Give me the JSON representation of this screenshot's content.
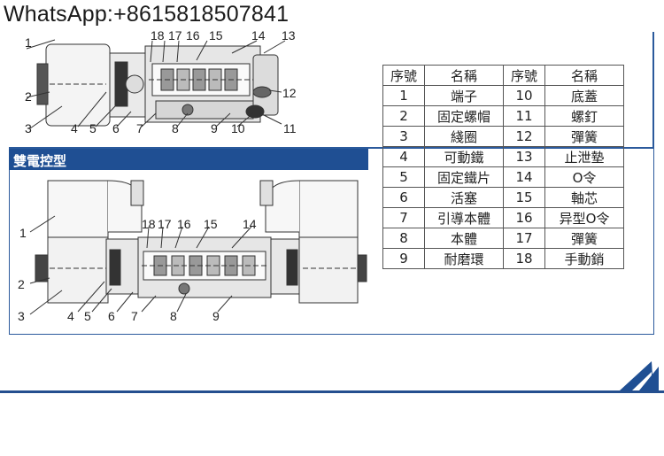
{
  "watermark": "WhatsApp:+8615818507841",
  "section_title": "雙電控型",
  "table": {
    "headers": [
      "序號",
      "名稱",
      "序號",
      "名稱"
    ],
    "rows": [
      [
        "1",
        "端子",
        "10",
        "底蓋"
      ],
      [
        "2",
        "固定螺帽",
        "11",
        "螺釘"
      ],
      [
        "3",
        "綫圈",
        "12",
        "彈簧"
      ],
      [
        "4",
        "可動鐵",
        "13",
        "止泄墊"
      ],
      [
        "5",
        "固定鐵片",
        "14",
        "O令"
      ],
      [
        "6",
        "活塞",
        "15",
        "軸芯"
      ],
      [
        "7",
        "引導本體",
        "16",
        "异型O令"
      ],
      [
        "8",
        "本體",
        "17",
        "彈簧"
      ],
      [
        "9",
        "耐磨環",
        "18",
        "手動銷"
      ]
    ]
  },
  "upper_labels": {
    "l1": "1",
    "l2": "2",
    "l3": "3",
    "l4": "4",
    "l5": "5",
    "l6": "6",
    "l7": "7",
    "l8": "8",
    "l9": "9",
    "l10": "10",
    "l11": "11",
    "l12": "12",
    "l13": "13",
    "l14": "14",
    "l15": "15",
    "l16": "16",
    "l17": "17",
    "l18": "18"
  },
  "lower_labels": {
    "l1": "1",
    "l2": "2",
    "l3": "3",
    "l4": "4",
    "l5": "5",
    "l6": "6",
    "l7": "7",
    "l8": "8",
    "l9": "9",
    "l14": "14",
    "l15": "15",
    "l16": "16",
    "l17": "17",
    "l18": "18"
  },
  "colors": {
    "accent": "#1f4f93",
    "frame": "#2b5a9c",
    "line": "#333333"
  },
  "icons": [
    "brand-logo-icon"
  ]
}
